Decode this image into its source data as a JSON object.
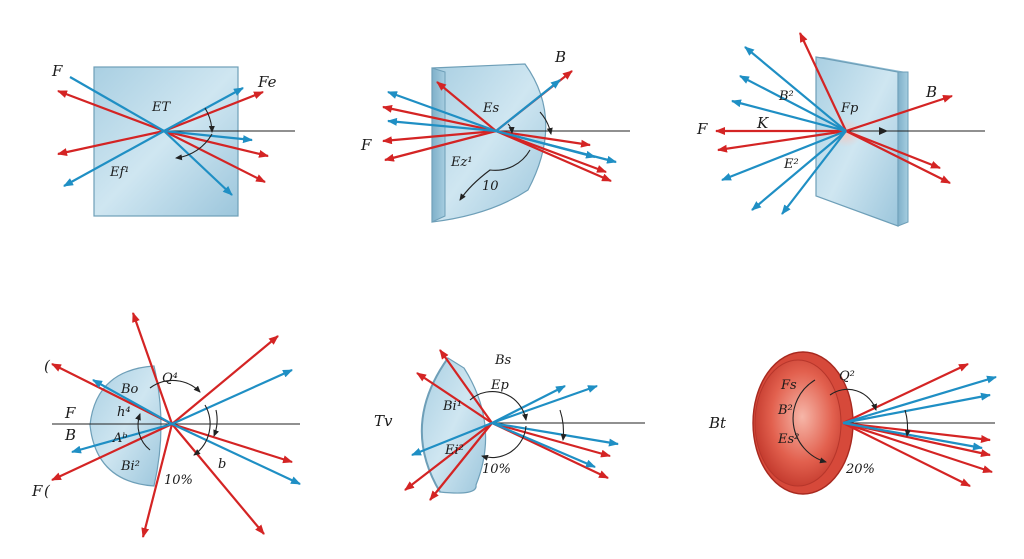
{
  "panels": [
    {
      "id": "p1",
      "labels": {
        "top_left": "F",
        "top_right": "Fe",
        "center": "ET",
        "lower": "Ef¹"
      }
    },
    {
      "id": "p2",
      "labels": {
        "top_right": "B",
        "left": "F",
        "center": "Es",
        "lower": "Ez¹",
        "angle": "10"
      }
    },
    {
      "id": "p3",
      "labels": {
        "top_right": "B",
        "left": "F",
        "k": "K",
        "upper": "B²",
        "center": "Fp",
        "lower": "E²"
      }
    },
    {
      "id": "p4",
      "labels": {
        "paren_top": "(",
        "f_mid": "F",
        "b_mid": "B",
        "f_bottom": "F",
        "paren_bottom": "(",
        "bo": "Bo",
        "h": "h⁴",
        "ab": "Aᵇ",
        "bi": "Bi²",
        "q": "Q⁴",
        "pct": "10%",
        "b_low": "b"
      }
    },
    {
      "id": "p5",
      "labels": {
        "bs": "Bs",
        "ep": "Ep",
        "t": "Tv",
        "bi": "Bi¹",
        "ei": "Ei²",
        "pct": "10%"
      }
    },
    {
      "id": "p6",
      "labels": {
        "bt": "Bt",
        "fs": "Fs",
        "b2": "B²",
        "es": "Es²",
        "q": "Q²",
        "pct": "20%"
      }
    }
  ]
}
